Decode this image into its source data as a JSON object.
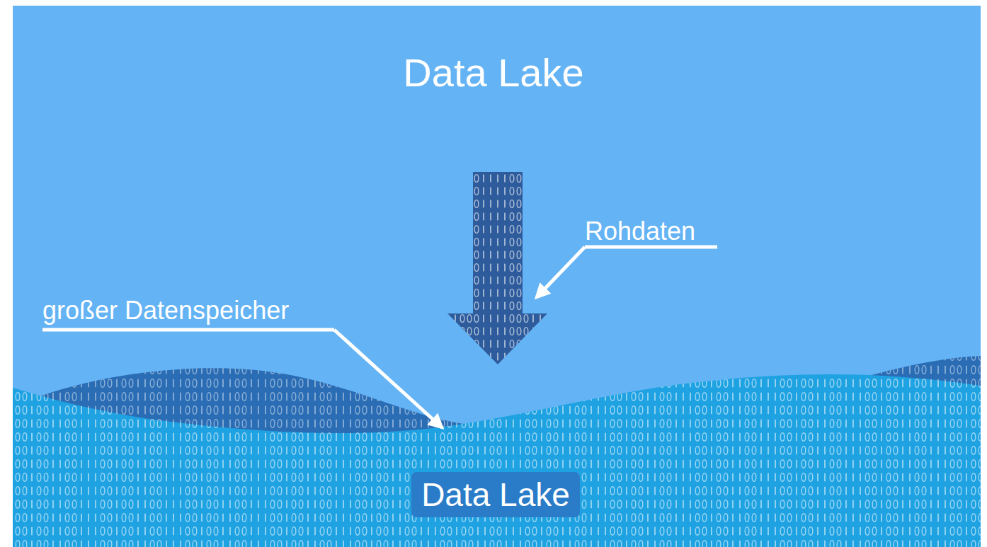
{
  "diagram": {
    "title": "Data Lake",
    "nodes": [
      {
        "text": [
          "Data Lake"
        ]
      }
    ],
    "labels": [
      "Rohdaten",
      "großer Datenspeicher"
    ]
  }
}
